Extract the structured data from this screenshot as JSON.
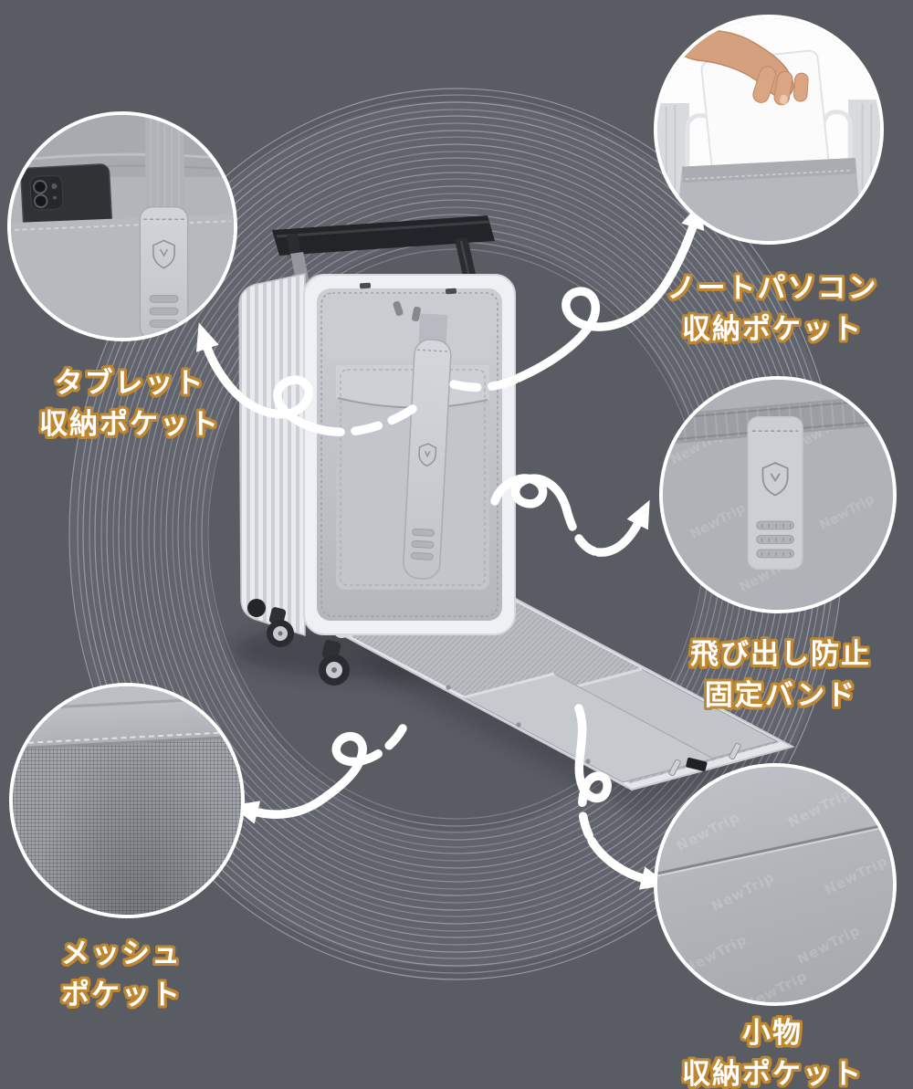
{
  "page": {
    "background_color": "#595c63",
    "label_text_color": "#ffffff",
    "label_outline_color": "#bf8730",
    "arrow_color": "#ffffff",
    "ring_line_color": "#cdd1d9",
    "circle_border_color": "#ffffff"
  },
  "brand": {
    "watermark": "NewTrip"
  },
  "callouts": {
    "tablet": {
      "line1": "タブレット",
      "line2": "収納ポケット"
    },
    "laptop": {
      "line1": "ノートパソコン",
      "line2": "収納ポケット"
    },
    "band": {
      "line1": "飛び出し防止",
      "line2": "固定バンド"
    },
    "mesh": {
      "line1": "メッシュ",
      "line2": "ポケット"
    },
    "small_items": {
      "line1": "小物",
      "line2": "収納ポケット"
    }
  }
}
